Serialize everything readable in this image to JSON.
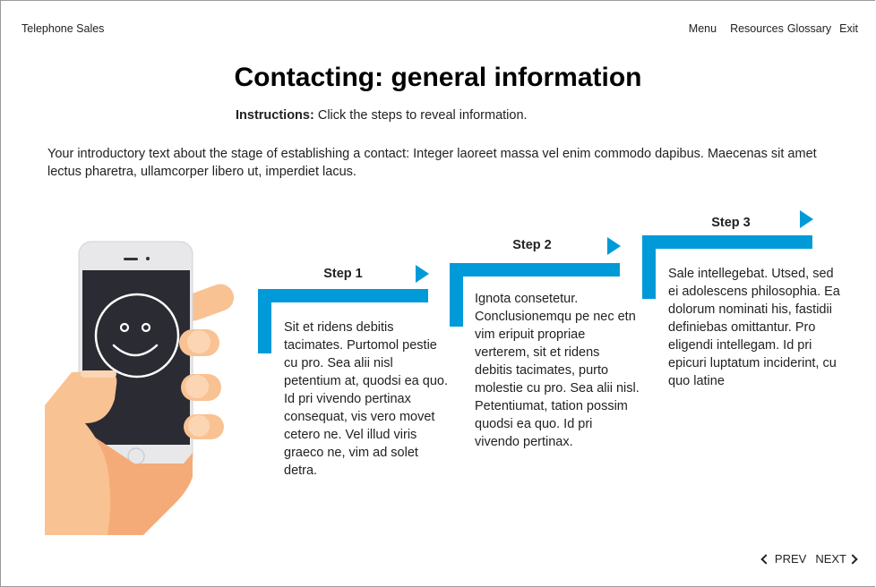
{
  "header": {
    "course_title": "Telephone Sales",
    "nav": {
      "menu": "Menu",
      "resources": "Resources",
      "glossary": "Glossary",
      "exit": "Exit"
    }
  },
  "main": {
    "title": "Contacting: general information",
    "instructions_label": "Instructions:",
    "instructions_text": " Click the steps to reveal information.",
    "intro": "Your introductory text about the stage of establishing a contact: Integer laoreet massa vel enim commodo dapibus. Maecenas sit amet lectus pharetra, ullamcorper libero ut, imperdiet lacus.",
    "illustration": "hand-holding-phone-with-smiley",
    "steps": [
      {
        "label": "Step 1",
        "text": "Sit et ridens debitis tacimates. Purtomol pestie cu pro. Sea alii nisl petentium at, quodsi ea quo. Id pri vivendo pertinax consequat, vis vero movet cetero ne. Vel illud viris graeco ne, vim ad solet detra."
      },
      {
        "label": "Step 2",
        "text": "Ignota consetetur. Conclusionemqu pe nec etn vim eripuit propriae verterem, sit et ridens debitis tacimates, purto molestie cu pro. Sea alii nisl. Petentiumat, tation possim quodsi ea quo. Id pri vivendo pertinax."
      },
      {
        "label": "Step 3",
        "text": "Sale intellegebat. Utsed, sed ei adolescens philosophia. Ea dolorum nominati his, fastidii definiebas omittantur. Pro eligendi intellegam. Id pri epicuri luptatum inciderint, cu quo latine"
      }
    ]
  },
  "footer": {
    "prev": "PREV",
    "next": "NEXT"
  },
  "colors": {
    "accent": "#009ad8",
    "skin": "#f9c293",
    "skin_dark": "#f5ab78",
    "screen": "#2b2b33",
    "phone_body": "#e8e8ea"
  }
}
